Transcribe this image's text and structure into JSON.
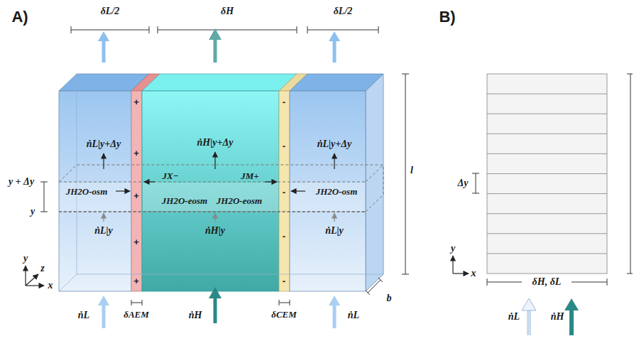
{
  "diagram": {
    "labels": [
      "A)",
      "δL/2",
      "δH",
      "δL/2",
      "l",
      "y + Δy",
      "y",
      "ṅL|y+Δy",
      "ṅH|y+Δy",
      "ṅL|y+Δy",
      "JH2O-osm",
      "JX−",
      "JH2O-eosm",
      "JM+",
      "JH2O-eosm",
      "JH2O-osm",
      "ṅL|y",
      "ṅH|y",
      "ṅL|y",
      "ṅL",
      "δAEM",
      "ṅH",
      "δCEM",
      "ṅL",
      "b",
      "x",
      "y",
      "z",
      "+",
      "+",
      "+",
      "+",
      "+",
      "-",
      "-",
      "-",
      "-",
      "-",
      "B)",
      "Δy",
      "y",
      "x",
      "δH, δL",
      "ṅL",
      "ṅH"
    ]
  }
}
